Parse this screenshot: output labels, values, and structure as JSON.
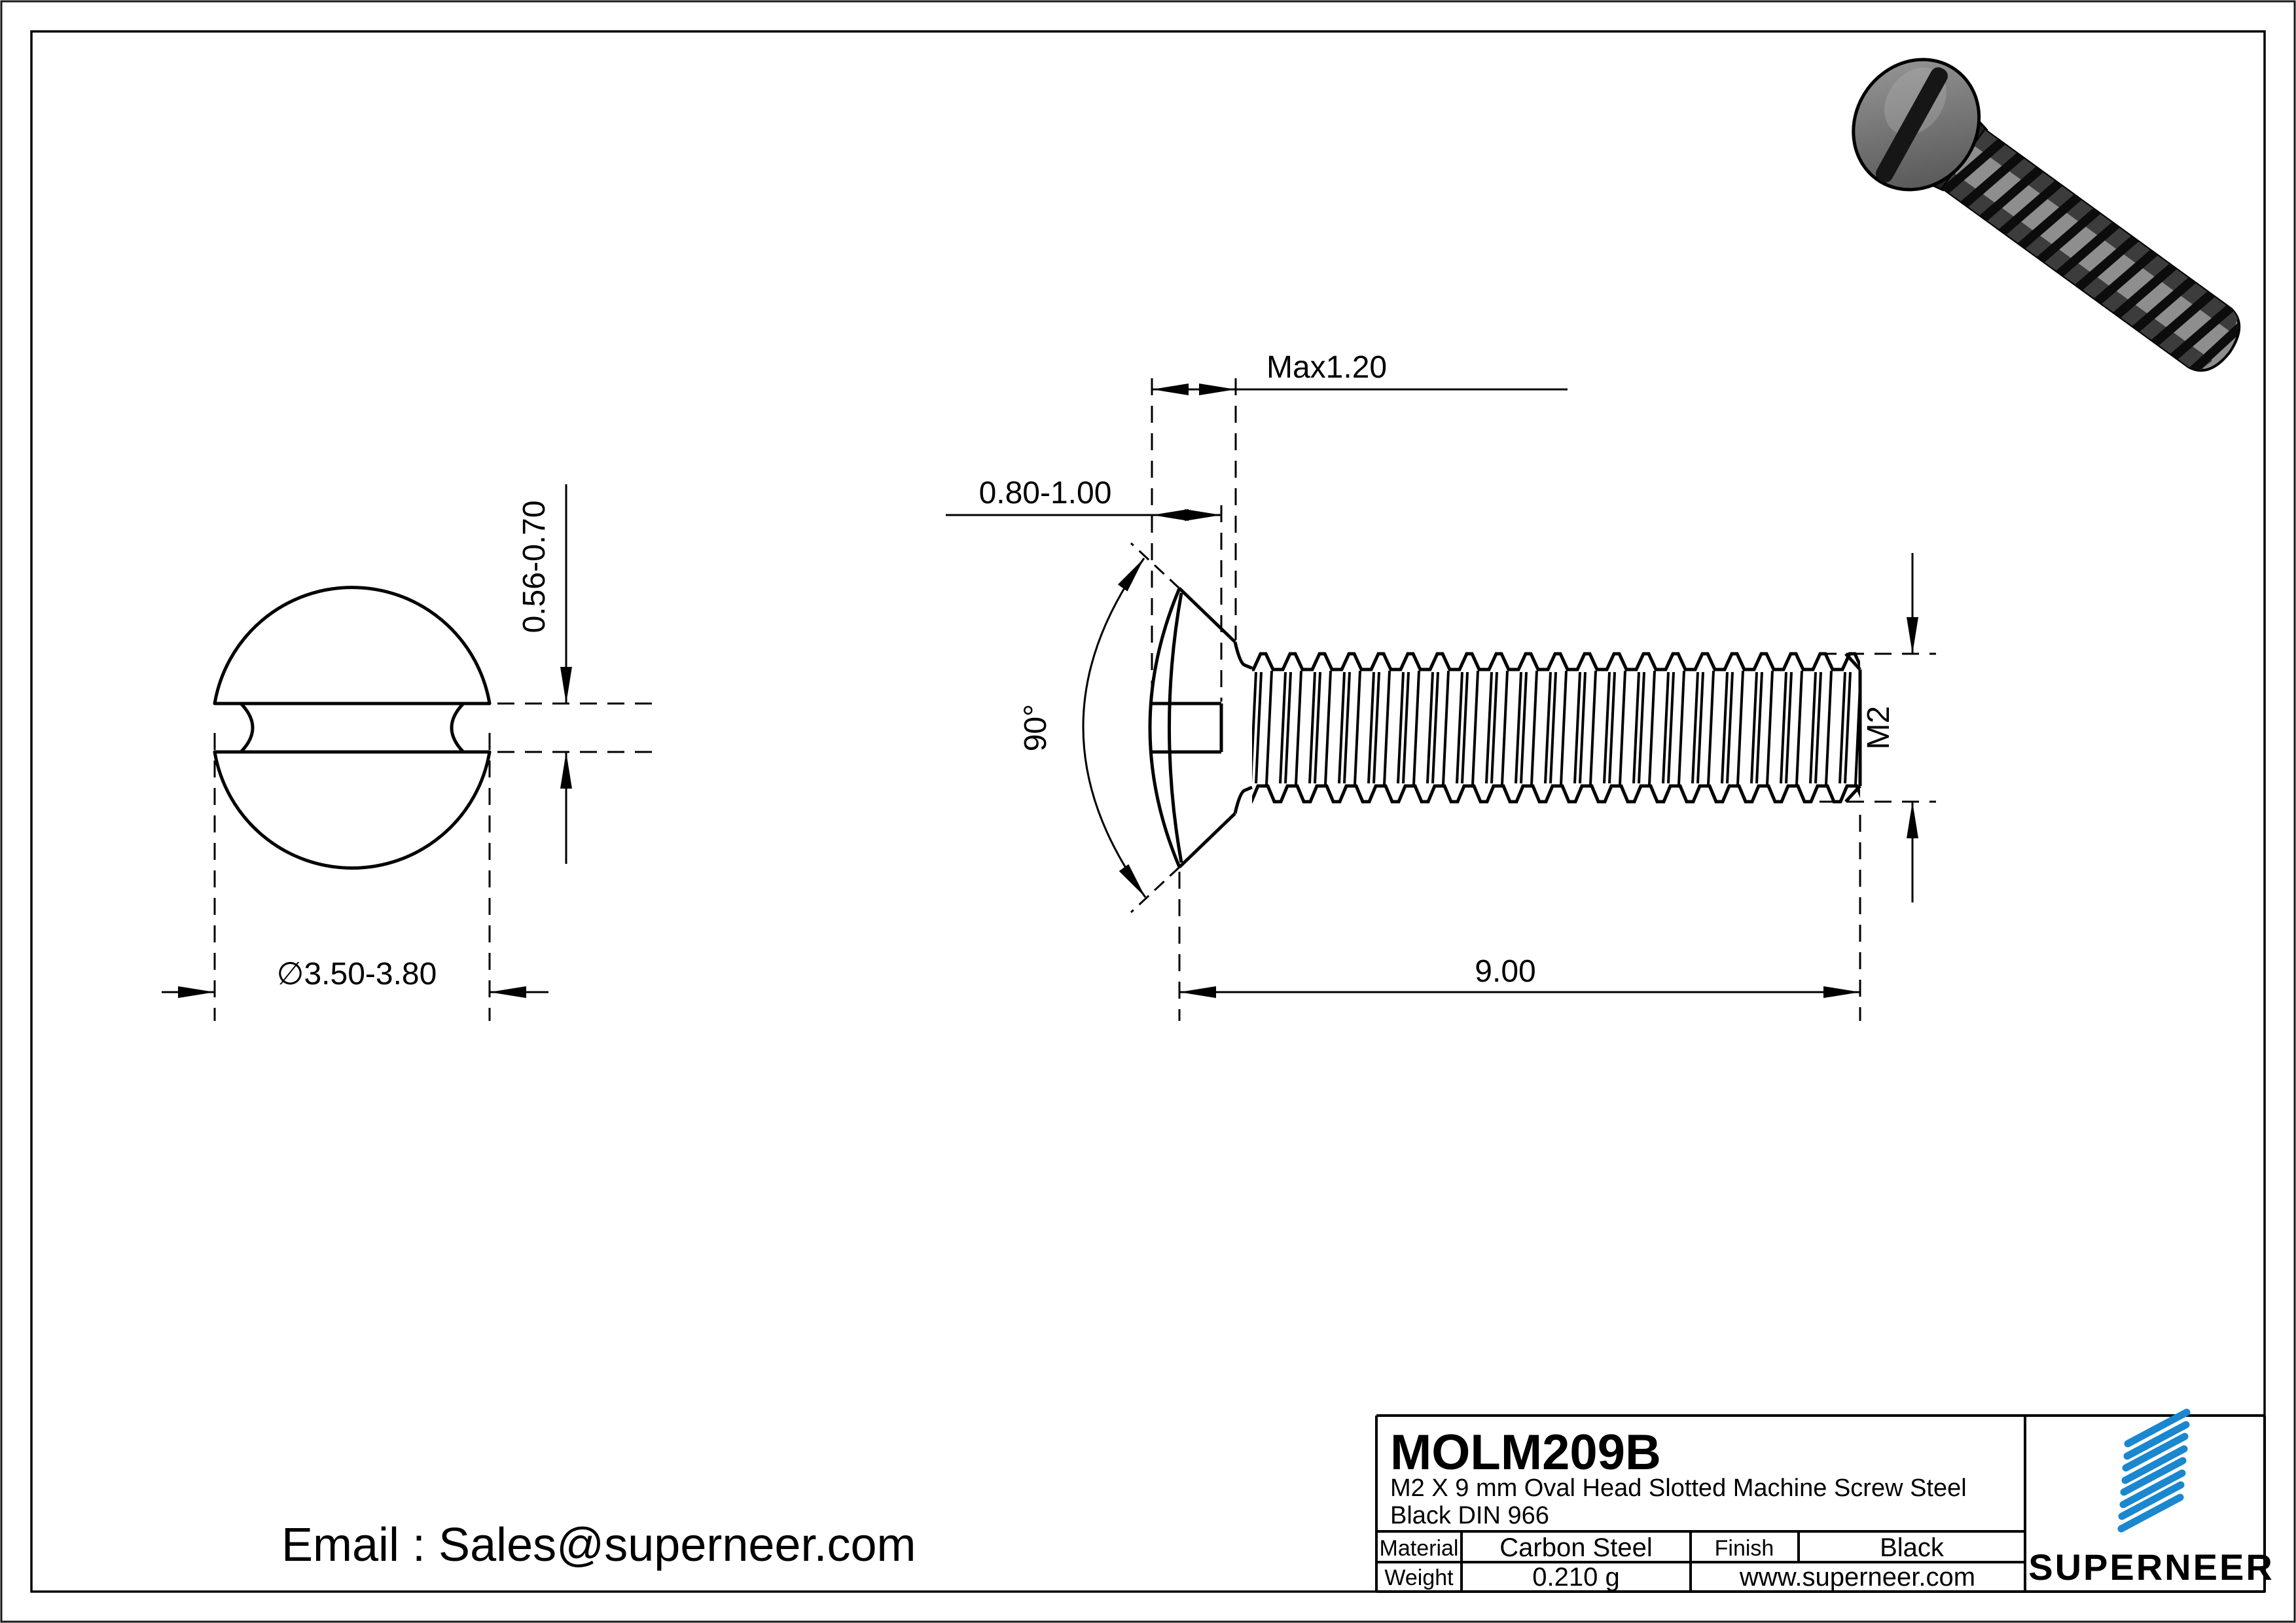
{
  "drawing": {
    "dimensions": {
      "slot_depth_max": "Max1.20",
      "slot_width_top": "0.80-1.00",
      "slot_width_front": "0.56-0.70",
      "countersink_angle": "90°",
      "thread_size": "M2",
      "thread_length": "9.00",
      "head_diameter": "∅3.50-3.80"
    }
  },
  "contact": {
    "email": "Email : Sales@superneer.com"
  },
  "title_block": {
    "part_number": "MOLM209B",
    "description_line1": "M2 X 9 mm  Oval Head Slotted Machine Screw Steel",
    "description_line2": "Black DIN 966",
    "material_label": "Material",
    "material_value": "Carbon Steel",
    "finish_label": "Finish",
    "finish_value": "Black",
    "weight_label": "Weight",
    "weight_value": "0.210 g",
    "website": "www.superneer.com",
    "brand_name": "SUPERNEER",
    "brand_color": "#1a87cf",
    "link_color": "#1e8bd8"
  }
}
